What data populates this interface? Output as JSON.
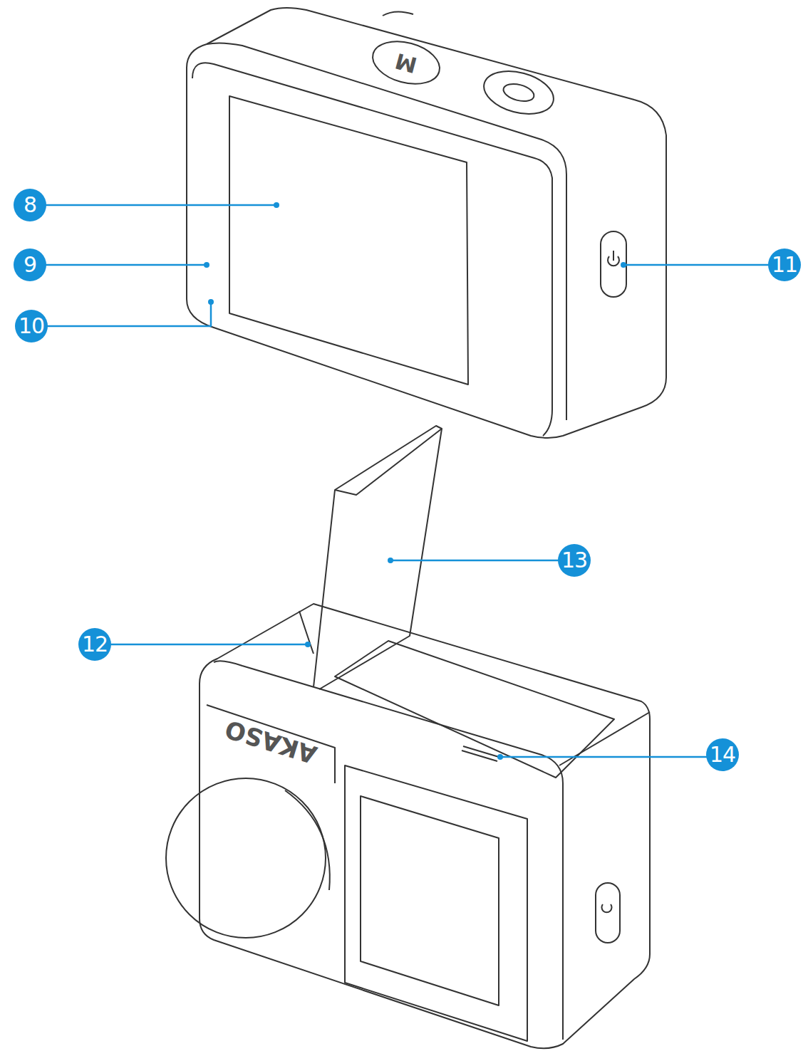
{
  "diagram": {
    "labels": [
      "8",
      "9",
      "10",
      "11",
      "12",
      "13",
      "14",
      "M",
      "AKASO"
    ]
  }
}
